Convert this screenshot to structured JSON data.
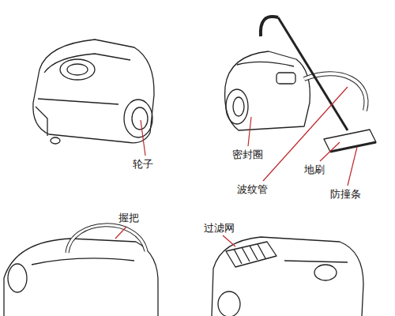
{
  "diagram": {
    "labels": [
      "轮子",
      "密封圈",
      "波纹管",
      "地刷",
      "防撞条",
      "握把",
      "过滤网"
    ]
  }
}
